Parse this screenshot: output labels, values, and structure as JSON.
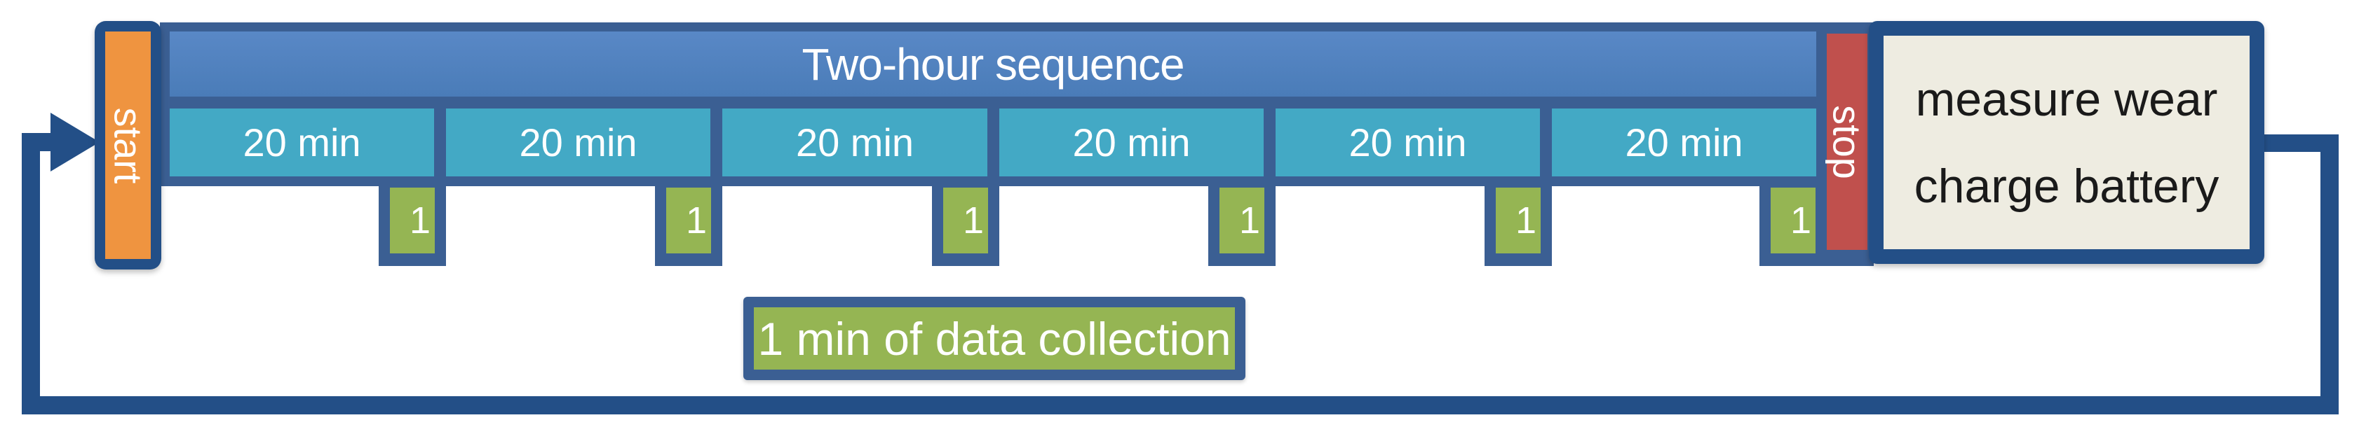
{
  "flow": {
    "start_label": "start",
    "stop_label": "stop",
    "sequence_title": "Two-hour sequence",
    "segments": [
      {
        "duration_label": "20 min",
        "marker_label": "1"
      },
      {
        "duration_label": "20 min",
        "marker_label": "1"
      },
      {
        "duration_label": "20 min",
        "marker_label": "1"
      },
      {
        "duration_label": "20 min",
        "marker_label": "1"
      },
      {
        "duration_label": "20 min",
        "marker_label": "1"
      },
      {
        "duration_label": "20 min",
        "marker_label": "1"
      }
    ],
    "legend_label": "1 min of data collection",
    "maintenance_box": {
      "line1": "measure wear",
      "line2": "charge battery"
    }
  },
  "colors": {
    "loop_navy": "#234f87",
    "strip_navy": "#3b5f93",
    "header_blue": "#4f81bd",
    "segment_teal": "#43a9c5",
    "marker_green": "#95b553",
    "start_orange": "#ef9440",
    "stop_red": "#c0504d",
    "box_cream": "#eeece1",
    "text_light": "#ffffff",
    "text_dark": "#1a1a1a"
  }
}
